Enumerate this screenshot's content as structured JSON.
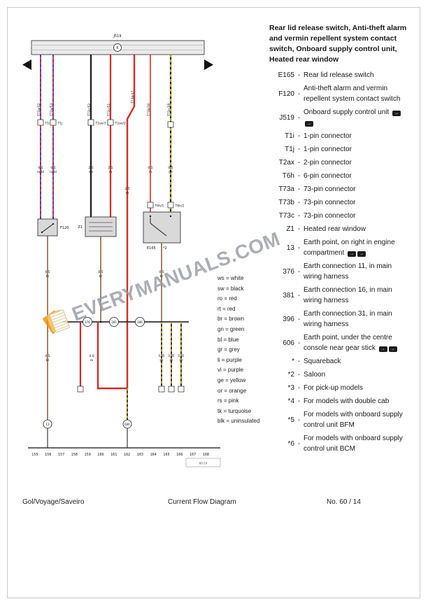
{
  "page": {
    "footer_left": "Gol/Voyage/Saveiro",
    "footer_center": "Current Flow Diagram",
    "footer_right": "No. 60 / 14"
  },
  "watermark": {
    "text": "EVERYMANUALS.COM"
  },
  "ui": {
    "dash": "-",
    "ref_icon": "→"
  },
  "right_column": {
    "title": "Rear lid release switch, Anti-theft alarm and vermin repellent system contact switch, Onboard supply control unit, Heated rear window",
    "components": [
      {
        "code": "E165",
        "desc": "Rear lid release switch"
      },
      {
        "code": "F120",
        "desc": "Anti-theft alarm and vermin repellent system contact switch"
      },
      {
        "code": "J519",
        "desc": "Onboard supply control unit"
      },
      {
        "code": "T1i",
        "desc": "1-pin connector"
      },
      {
        "code": "T1j",
        "desc": "1-pin connector"
      },
      {
        "code": "T2ax",
        "desc": "2-pin connector"
      },
      {
        "code": "T6h",
        "desc": "6-pin connector"
      },
      {
        "code": "T73a",
        "desc": "73-pin connector"
      },
      {
        "code": "T73b",
        "desc": "73-pin connector"
      },
      {
        "code": "T73c",
        "desc": "73-pin connector"
      },
      {
        "code": "Z1",
        "desc": "Heated rear window"
      },
      {
        "code": "13",
        "desc": "Earth point, on right in engine compartment"
      },
      {
        "code": "376",
        "desc": "Earth connection 11, in main wiring harness"
      },
      {
        "code": "381",
        "desc": "Earth connection 16, in main wiring harness"
      },
      {
        "code": "396",
        "desc": "Earth connection 31, in main wiring harness"
      },
      {
        "code": "606",
        "desc": "Earth point, under the centre console near gear stick"
      },
      {
        "code": "*",
        "desc": "Squareback"
      },
      {
        "code": "*2",
        "desc": "Saloon"
      },
      {
        "code": "*3",
        "desc": "For pick-up models"
      },
      {
        "code": "*4",
        "desc": "For models with double cab"
      },
      {
        "code": "*5",
        "desc": "For models with onboard supply control unit BFM"
      },
      {
        "code": "*6",
        "desc": "For models with onboard supply control unit BCM"
      }
    ]
  },
  "legend": {
    "items": [
      "ws = white",
      "sw = black",
      "ro = red",
      "rt = red",
      "br = brown",
      "gn = green",
      "bl = blue",
      "gr = grey",
      "li = purple",
      "vi = purple",
      "ge = yellow",
      "or = orange",
      "rs = pink",
      "tk = turquoise",
      "blk = uninsulated"
    ]
  },
  "diagram": {
    "bus_label": "J519",
    "bus_symbol": "K",
    "pins": [
      "T73a/32",
      "T73a/53",
      "T73c/52",
      "T73c/51",
      "T73b/17",
      "T73b/30",
      "T73c/18"
    ],
    "connectors": {
      "t1i": "T1i",
      "t1j": "T1j",
      "t2ax_1": "T2ax/1",
      "t2ax_2": "T2ax/2",
      "t6h_1": "T6h/1",
      "t6h_2": "T6h/2"
    },
    "labels": {
      "f120": "F120",
      "z1": "Z1",
      "e165": "E165",
      "e165_note": "*2"
    },
    "gauges": [
      {
        "s": "0.5",
        "c": "ro/bl"
      },
      {
        "s": "0.5",
        "c": "ro/bl"
      },
      {
        "s": "2.5",
        "c": "sw"
      },
      {
        "s": "2.5",
        "c": "ro"
      },
      {
        "s": "2.5",
        "c": "ro"
      },
      {
        "s": "0.5",
        "c": "ro"
      },
      {
        "s": "0.5",
        "c": "ge"
      },
      {
        "s": "0.5",
        "c": "br"
      },
      {
        "s": "0.5",
        "c": "br"
      },
      {
        "s": "0.5",
        "c": "br"
      },
      {
        "s": "4.0",
        "c": "ro"
      },
      {
        "s": "0.35",
        "c": "ge"
      },
      {
        "s": "0.35",
        "c": "ge"
      },
      {
        "s": "0.35",
        "c": "ge"
      },
      {
        "s": "0.5",
        "c": "br"
      }
    ],
    "earth": {
      "e376": "376",
      "e381": "381",
      "e396": "396",
      "p13": "13",
      "p606": "606"
    },
    "tracks": [
      "155",
      "156",
      "157",
      "158",
      "159",
      "160",
      "161",
      "162",
      "163",
      "164",
      "165",
      "166",
      "167",
      "168"
    ],
    "code_box": "60-14",
    "colors": {
      "red": "#d42a2a",
      "blue": "#2b3fd4",
      "yellow": "#ffe000",
      "brown": "#7a4f28",
      "black": "#1a1a1a"
    }
  }
}
